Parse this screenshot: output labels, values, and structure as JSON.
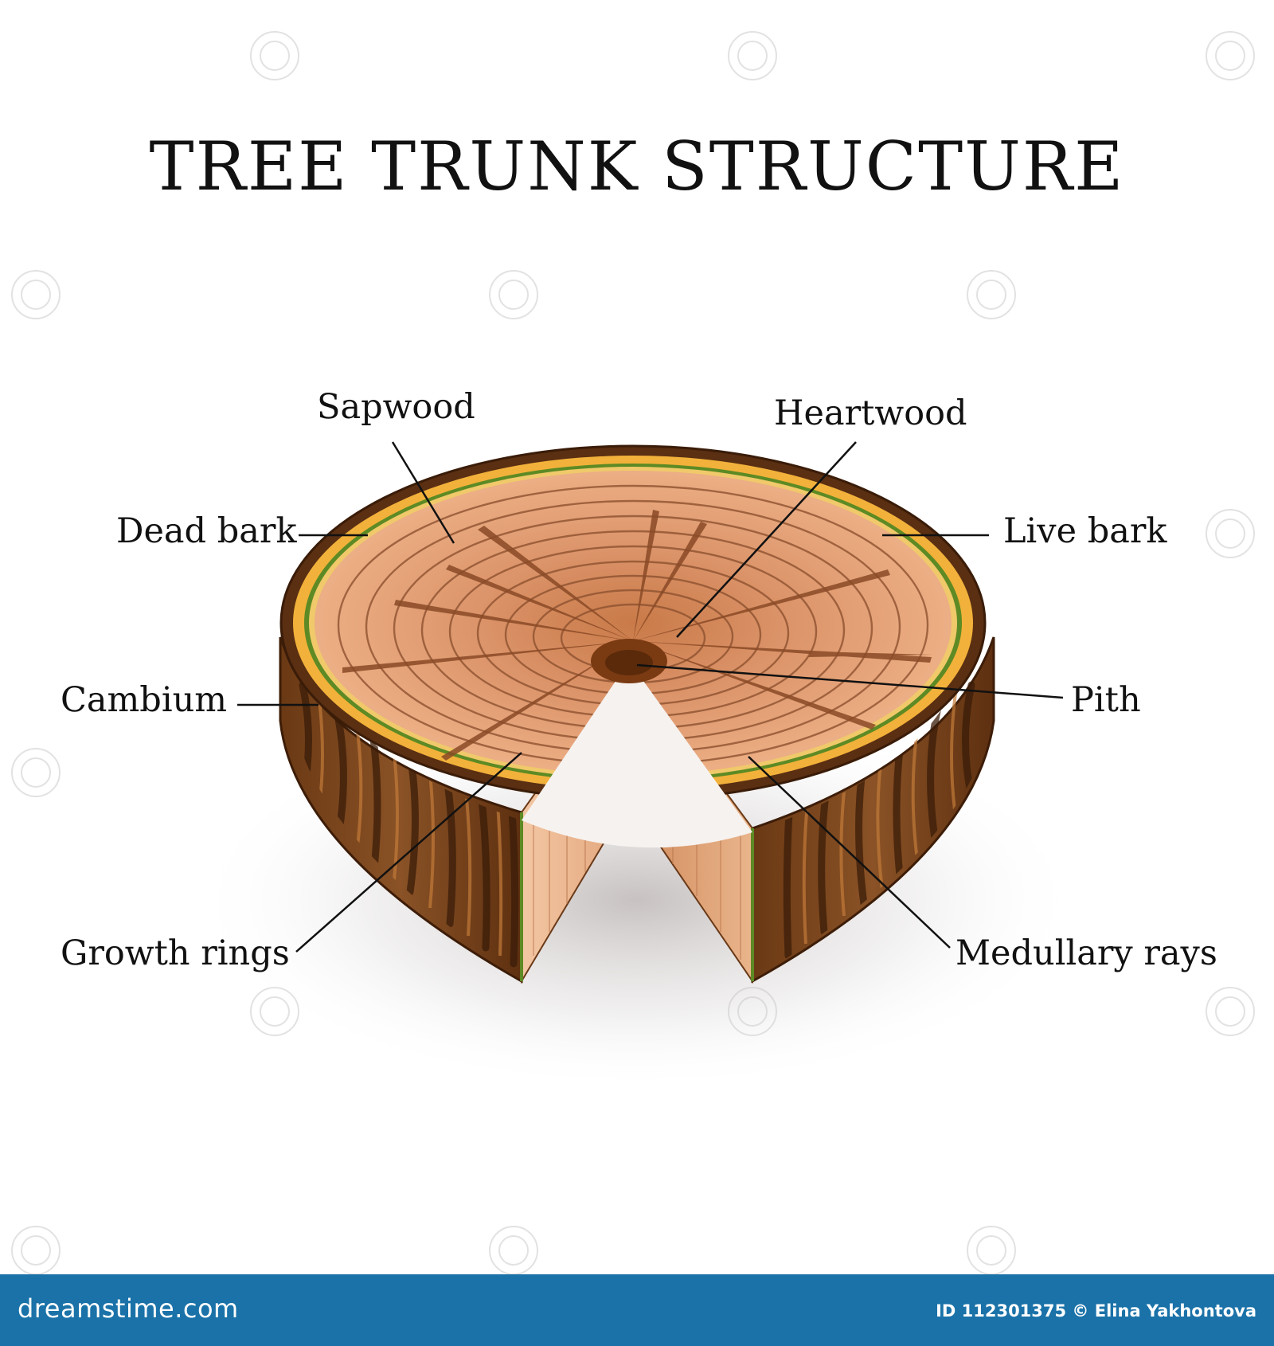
{
  "title": "TREE TRUNK STRUCTURE",
  "labels": {
    "sapwood": "Sapwood",
    "heartwood": "Heartwood",
    "dead_bark": "Dead bark",
    "live_bark": "Live bark",
    "cambium": "Cambium",
    "pith": "Pith",
    "growth_rings": "Growth rings",
    "medullary_rays": "Medullary rays"
  },
  "footer": {
    "logo": "dreamstime.com",
    "credit": "ID 112301375 © Elina Yakhontova"
  },
  "colors": {
    "bark_dark": "#5a2f12",
    "bark_mid": "#8a5226",
    "live_bark": "#f2b13a",
    "cambium": "#5d8a24",
    "sapwood": "#e9a878",
    "heartwood": "#cf8250",
    "pith": "#7a3a12",
    "footer": "#1a72a8"
  }
}
